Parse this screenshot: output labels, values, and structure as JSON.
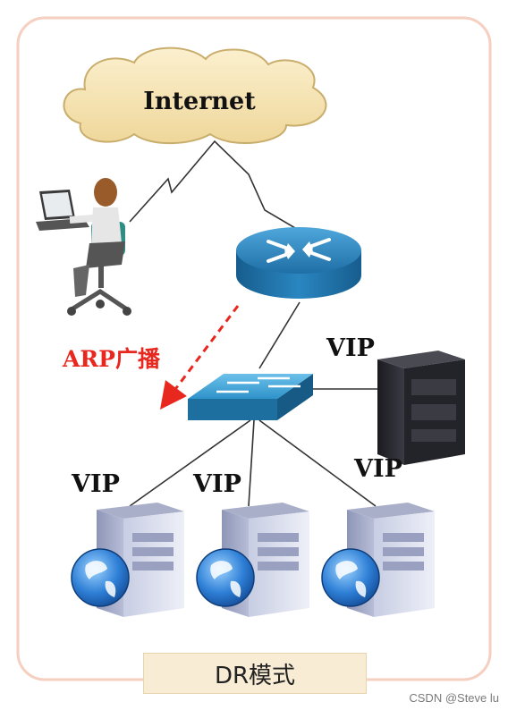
{
  "diagram": {
    "internet_label": "Internet",
    "arp_label": "ARP广播",
    "vip_label_director": "VIP",
    "vip_labels_servers": [
      "VIP",
      "VIP",
      "VIP"
    ],
    "caption": "DR模式"
  },
  "watermark": "CSDN @Steve lu",
  "colors": {
    "frame": "#f5cfc0",
    "cloud": "#f6e2b3",
    "cloud_stroke": "#c9ad6c",
    "router": "#2c7fb3",
    "switch": "#2b90c6",
    "arp": "#e8281f",
    "line": "#333333"
  }
}
